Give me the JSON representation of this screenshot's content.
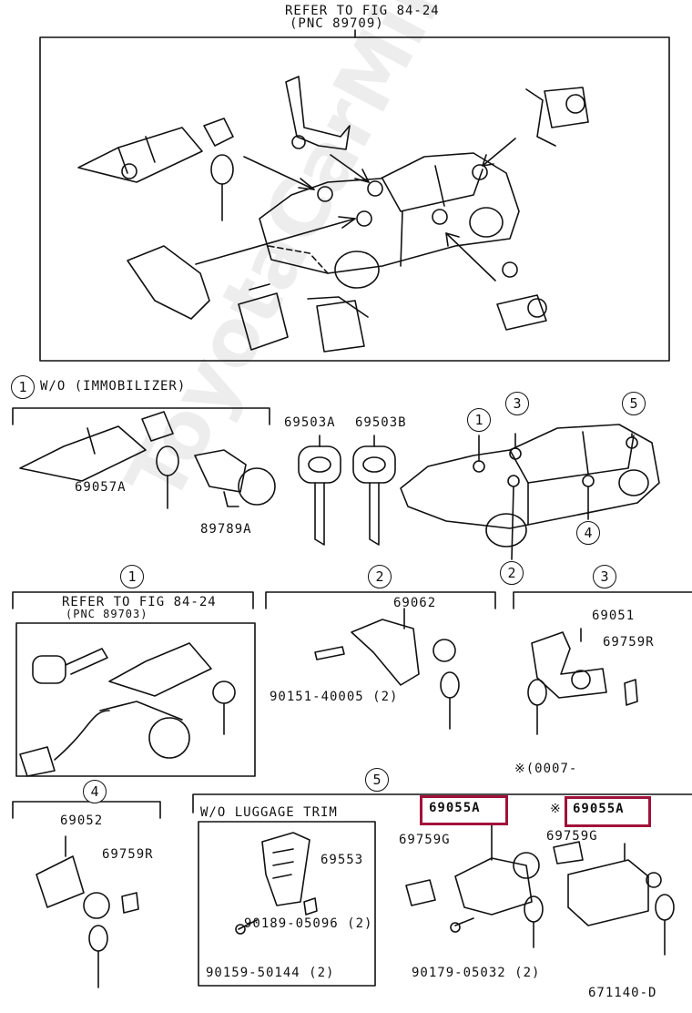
{
  "header": {
    "refer_line1": "REFER TO FIG 84-24",
    "refer_line2": "(PNC 89709)"
  },
  "section1_label": "W/O (IMMOBILIZER)",
  "callouts": {
    "c1": "1",
    "c2": "2",
    "c3": "3",
    "c4": "4",
    "c5": "5"
  },
  "parts": {
    "p69057A": "69057A",
    "p89789A": "89789A",
    "p69503A": "69503A",
    "p69503B": "69503B",
    "p69062": "69062",
    "p90151": "90151-40005 (2)",
    "p69051": "69051",
    "p69759R": "69759R",
    "p69052": "69052",
    "p69759R_b": "69759R",
    "p69553": "69553",
    "p90189": "90189-05096 (2)",
    "p90159": "90159-50144 (2)",
    "p69759G": "69759G",
    "p69055A": "69055A",
    "p90179": "90179-05032 (2)",
    "p69759G_b": "69759G",
    "p69055A_b": "69055A"
  },
  "refer_box": {
    "line1": "REFER TO FIG 84-24",
    "line2": "(PNC 89703)"
  },
  "date_note": "※(0007-",
  "asterisk": "※",
  "luggage_label": "W/O LUGGAGE TRIM",
  "figure_code": "671140-D",
  "watermark": "ToyotaCarMire.ru",
  "colors": {
    "highlight": "#a0113a",
    "ink": "#111111"
  }
}
